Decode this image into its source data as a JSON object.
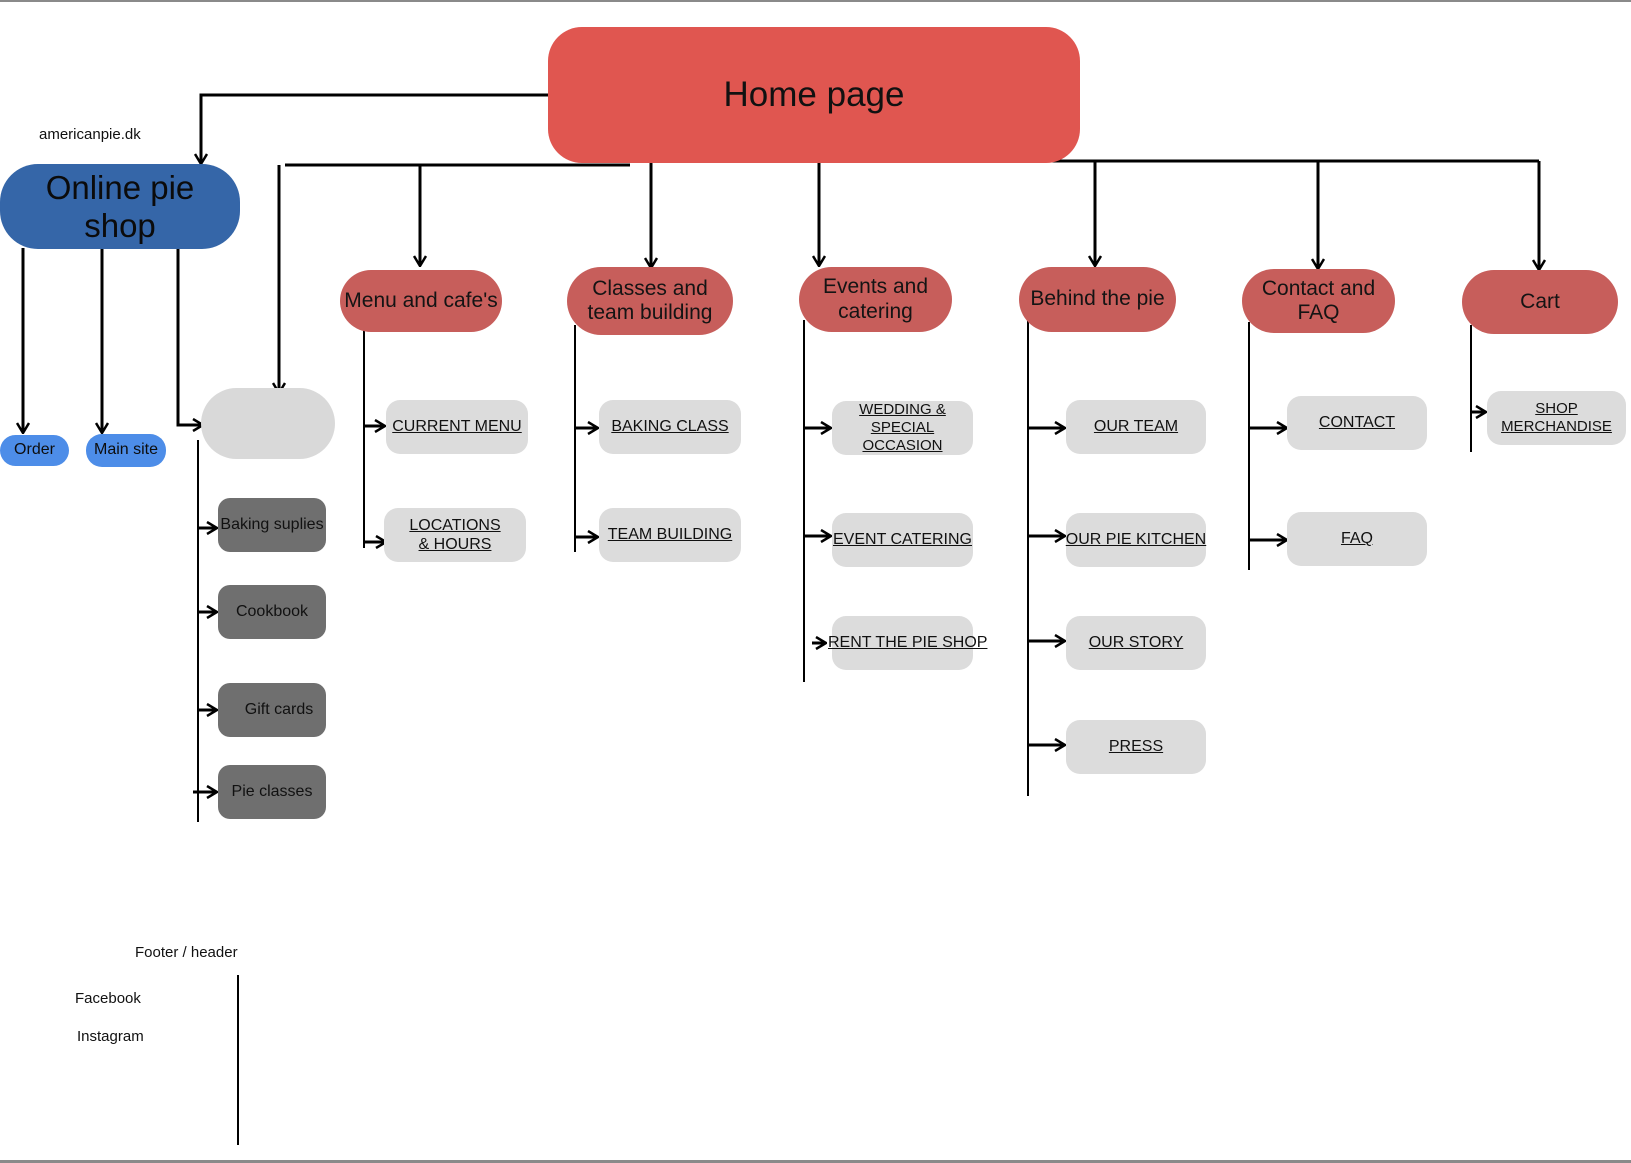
{
  "home": {
    "label": "Home page"
  },
  "online_shop": {
    "domain": "americanpie.dk",
    "label": "Online pie shop",
    "children": [
      "Order",
      "Main site"
    ],
    "shop_items": [
      "Baking suplies",
      "Cookbook",
      "Gift cards",
      "Pie classes"
    ]
  },
  "categories": [
    {
      "label": "Menu and cafe's",
      "children": [
        "CURRENT MENU",
        "LOCATIONS & HOURS"
      ]
    },
    {
      "label": "Classes and team building",
      "children": [
        "BAKING CLASS",
        "TEAM BUILDING"
      ]
    },
    {
      "label": "Events and catering",
      "children": [
        "WEDDING & SPECIAL OCCASION",
        "EVENT CATERING",
        "RENT THE PIE SHOP"
      ]
    },
    {
      "label": "Behind the pie",
      "children": [
        "OUR TEAM",
        "OUR PIE KITCHEN",
        "OUR STORY",
        "PRESS"
      ]
    },
    {
      "label": "Contact and FAQ",
      "children": [
        "CONTACT",
        "FAQ"
      ]
    },
    {
      "label": "Cart",
      "children": [
        "SHOP MERCHANDISE"
      ]
    }
  ],
  "footer": {
    "title": "Footer / header",
    "links": [
      "Facebook",
      "Instagram"
    ]
  },
  "colors": {
    "home": "#e05650",
    "category": "#c75e5b",
    "shop": "#3566a8",
    "subpage": "#dcdcdc",
    "shop_item": "#6f6f6f",
    "shop_link": "#4d8de8"
  }
}
